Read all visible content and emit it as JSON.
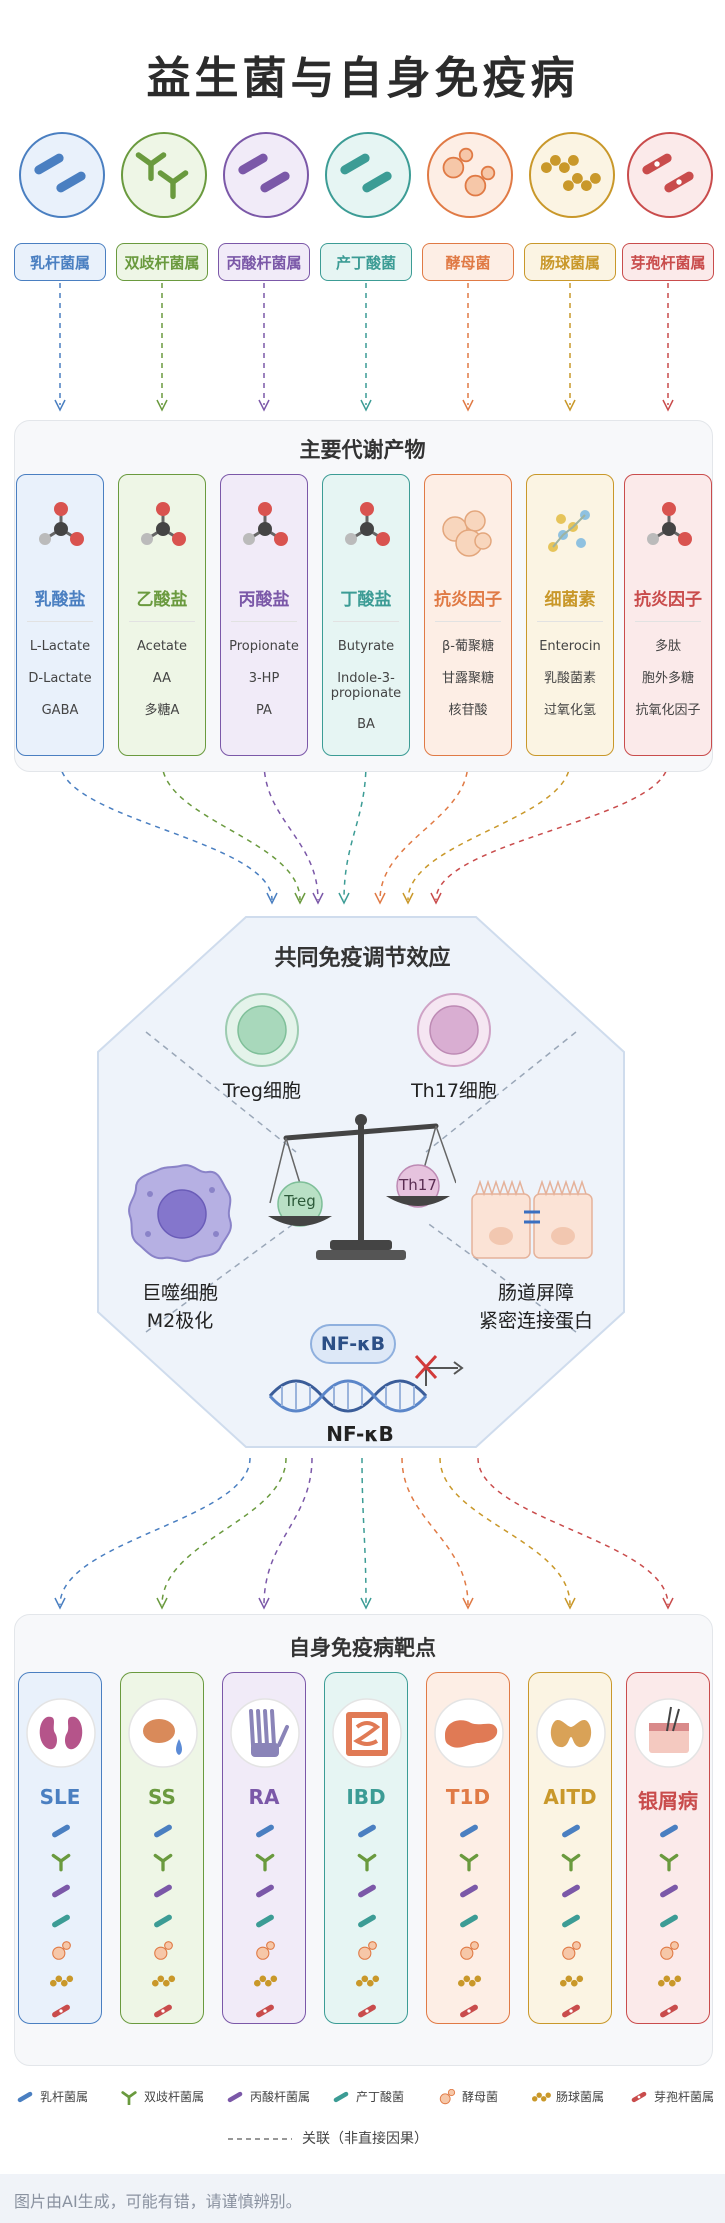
{
  "title": "益生菌与自身免疫病",
  "bacteria": [
    {
      "label": "乳杆菌属",
      "color": "#4a7fc1",
      "fill": "#e9f1fb",
      "icon": "rod-bacteria-icon"
    },
    {
      "label": "双歧杆菌属",
      "color": "#6a9a3e",
      "fill": "#eef6e6",
      "icon": "branched-bacteria-icon"
    },
    {
      "label": "丙酸杆菌属",
      "color": "#7b58a8",
      "fill": "#f1ebf8",
      "icon": "rod-bacteria-icon"
    },
    {
      "label": "产丁酸菌",
      "color": "#3c9c95",
      "fill": "#e6f5f3",
      "icon": "rod-bacteria-icon"
    },
    {
      "label": "酵母菌",
      "color": "#e07a45",
      "fill": "#fdeee5",
      "icon": "yeast-icon"
    },
    {
      "label": "肠球菌属",
      "color": "#c9982a",
      "fill": "#fbf4e3",
      "icon": "coccus-chain-icon"
    },
    {
      "label": "芽孢杆菌属",
      "color": "#c94c4c",
      "fill": "#fbeaea",
      "icon": "spore-rod-icon"
    }
  ],
  "metabolites_title": "主要代谢产物",
  "metabolites": [
    {
      "name": "乳酸盐",
      "items": [
        "L-Lactate",
        "D-Lactate",
        "GABA"
      ]
    },
    {
      "name": "乙酸盐",
      "items": [
        "Acetate",
        "AA",
        "多糖A"
      ]
    },
    {
      "name": "丙酸盐",
      "items": [
        "Propionate",
        "3-HP",
        "PA"
      ]
    },
    {
      "name": "丁酸盐",
      "items": [
        "Butyrate",
        "Indole-3-propionate",
        "BA"
      ]
    },
    {
      "name": "抗炎因子",
      "items": [
        "β-葡聚糖",
        "甘露聚糖",
        "核苷酸"
      ]
    },
    {
      "name": "细菌素",
      "items": [
        "Enterocin",
        "乳酸菌素",
        "过氧化氢"
      ]
    },
    {
      "name": "抗炎因子",
      "items": [
        "多肽",
        "胞外多糖",
        "抗氧化因子"
      ]
    }
  ],
  "immune": {
    "title": "共同免疫调节效应",
    "treg": "Treg细胞",
    "th17": "Th17细胞",
    "scale_left": "Treg",
    "scale_right": "Th17",
    "macrophage_1": "巨噬细胞",
    "macrophage_2": "M2极化",
    "barrier_1": "肠道屏障",
    "barrier_2": "紧密连接蛋白",
    "nfkb_badge": "NF-κB",
    "nfkb_label": "NF-κB"
  },
  "targets_title": "自身免疫病靶点",
  "targets": [
    {
      "name": "SLE",
      "organ": "kidney-icon"
    },
    {
      "name": "SS",
      "organ": "gland-droplet-icon"
    },
    {
      "name": "RA",
      "organ": "hand-joint-icon"
    },
    {
      "name": "IBD",
      "organ": "intestine-icon"
    },
    {
      "name": "T1D",
      "organ": "pancreas-icon"
    },
    {
      "name": "AITD",
      "organ": "thyroid-icon"
    },
    {
      "name": "银屑病",
      "organ": "skin-icon"
    }
  ],
  "legend_note": "关联（非直接因果）",
  "footer": "图片由AI生成，可能有错，请谨慎辨别。"
}
